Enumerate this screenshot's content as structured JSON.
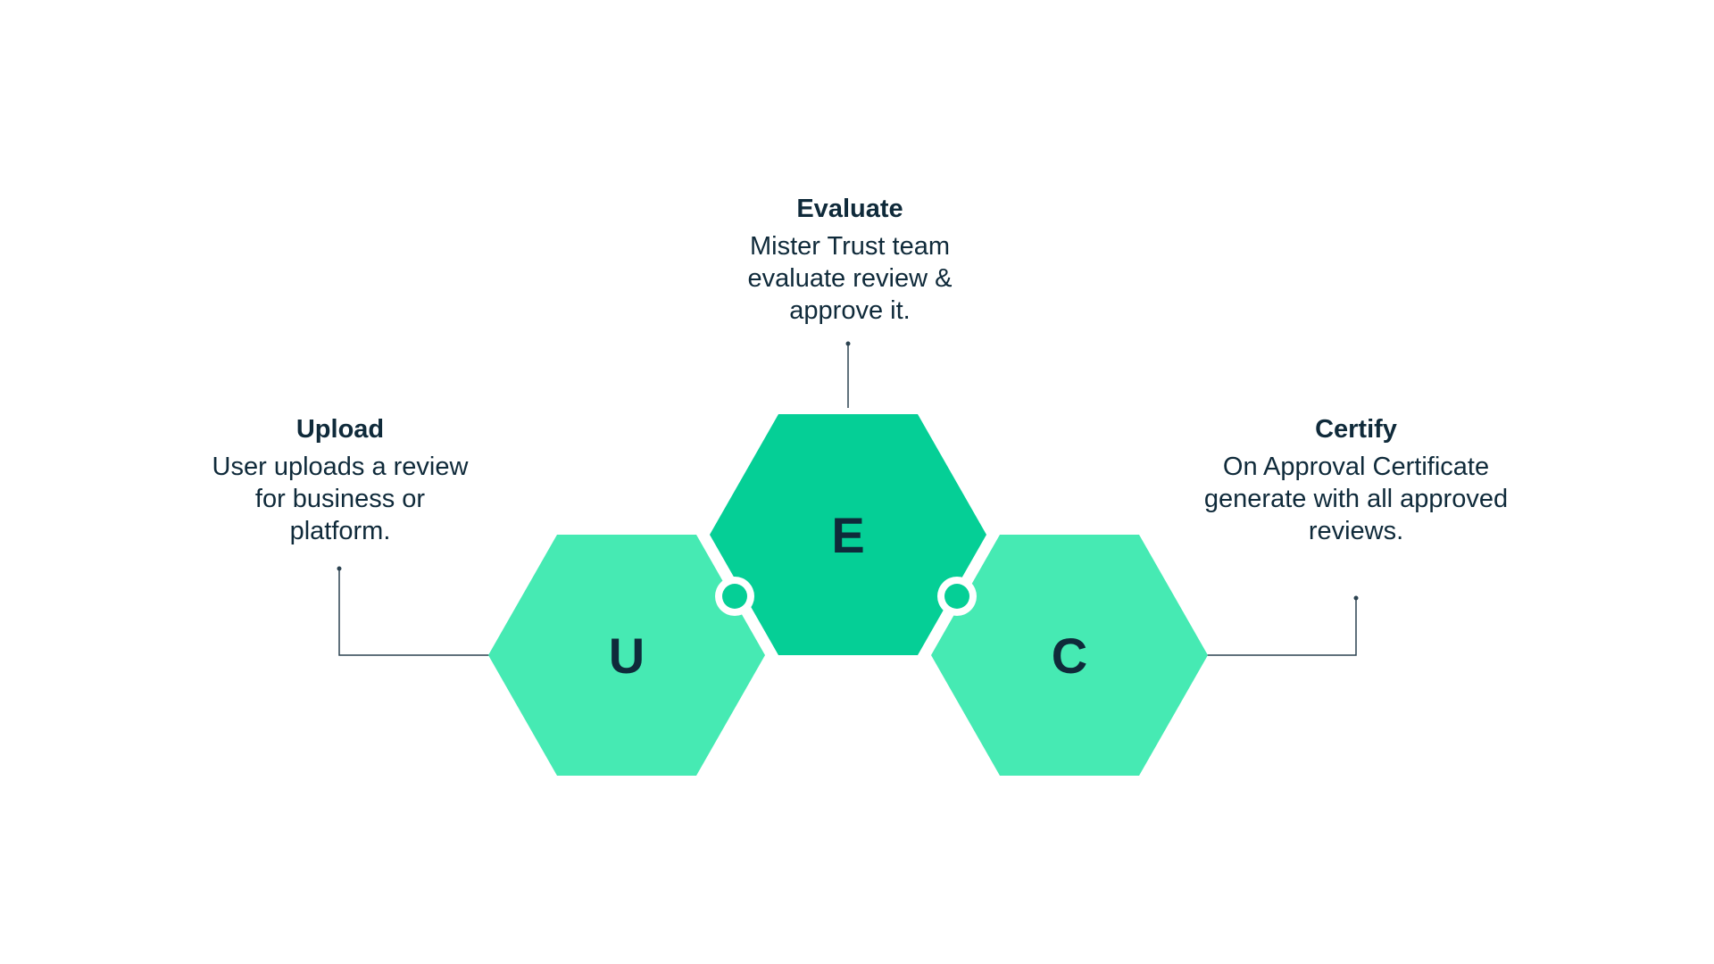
{
  "steps": [
    {
      "letter": "U",
      "title": "Upload",
      "description": [
        "User uploads a review",
        "for business or",
        "platform."
      ]
    },
    {
      "letter": "E",
      "title": "Evaluate",
      "description": [
        "Mister Trust team",
        "evaluate review &",
        "approve it."
      ]
    },
    {
      "letter": "C",
      "title": "Certify",
      "description": [
        "On Approval Certificate",
        "generate with all approved",
        "reviews."
      ]
    }
  ],
  "colors": {
    "hex_light": "#46eab3",
    "hex_dark": "#05cf96",
    "text": "#0f2a3a",
    "connector_line": "#2b4250",
    "background": "#ffffff"
  }
}
